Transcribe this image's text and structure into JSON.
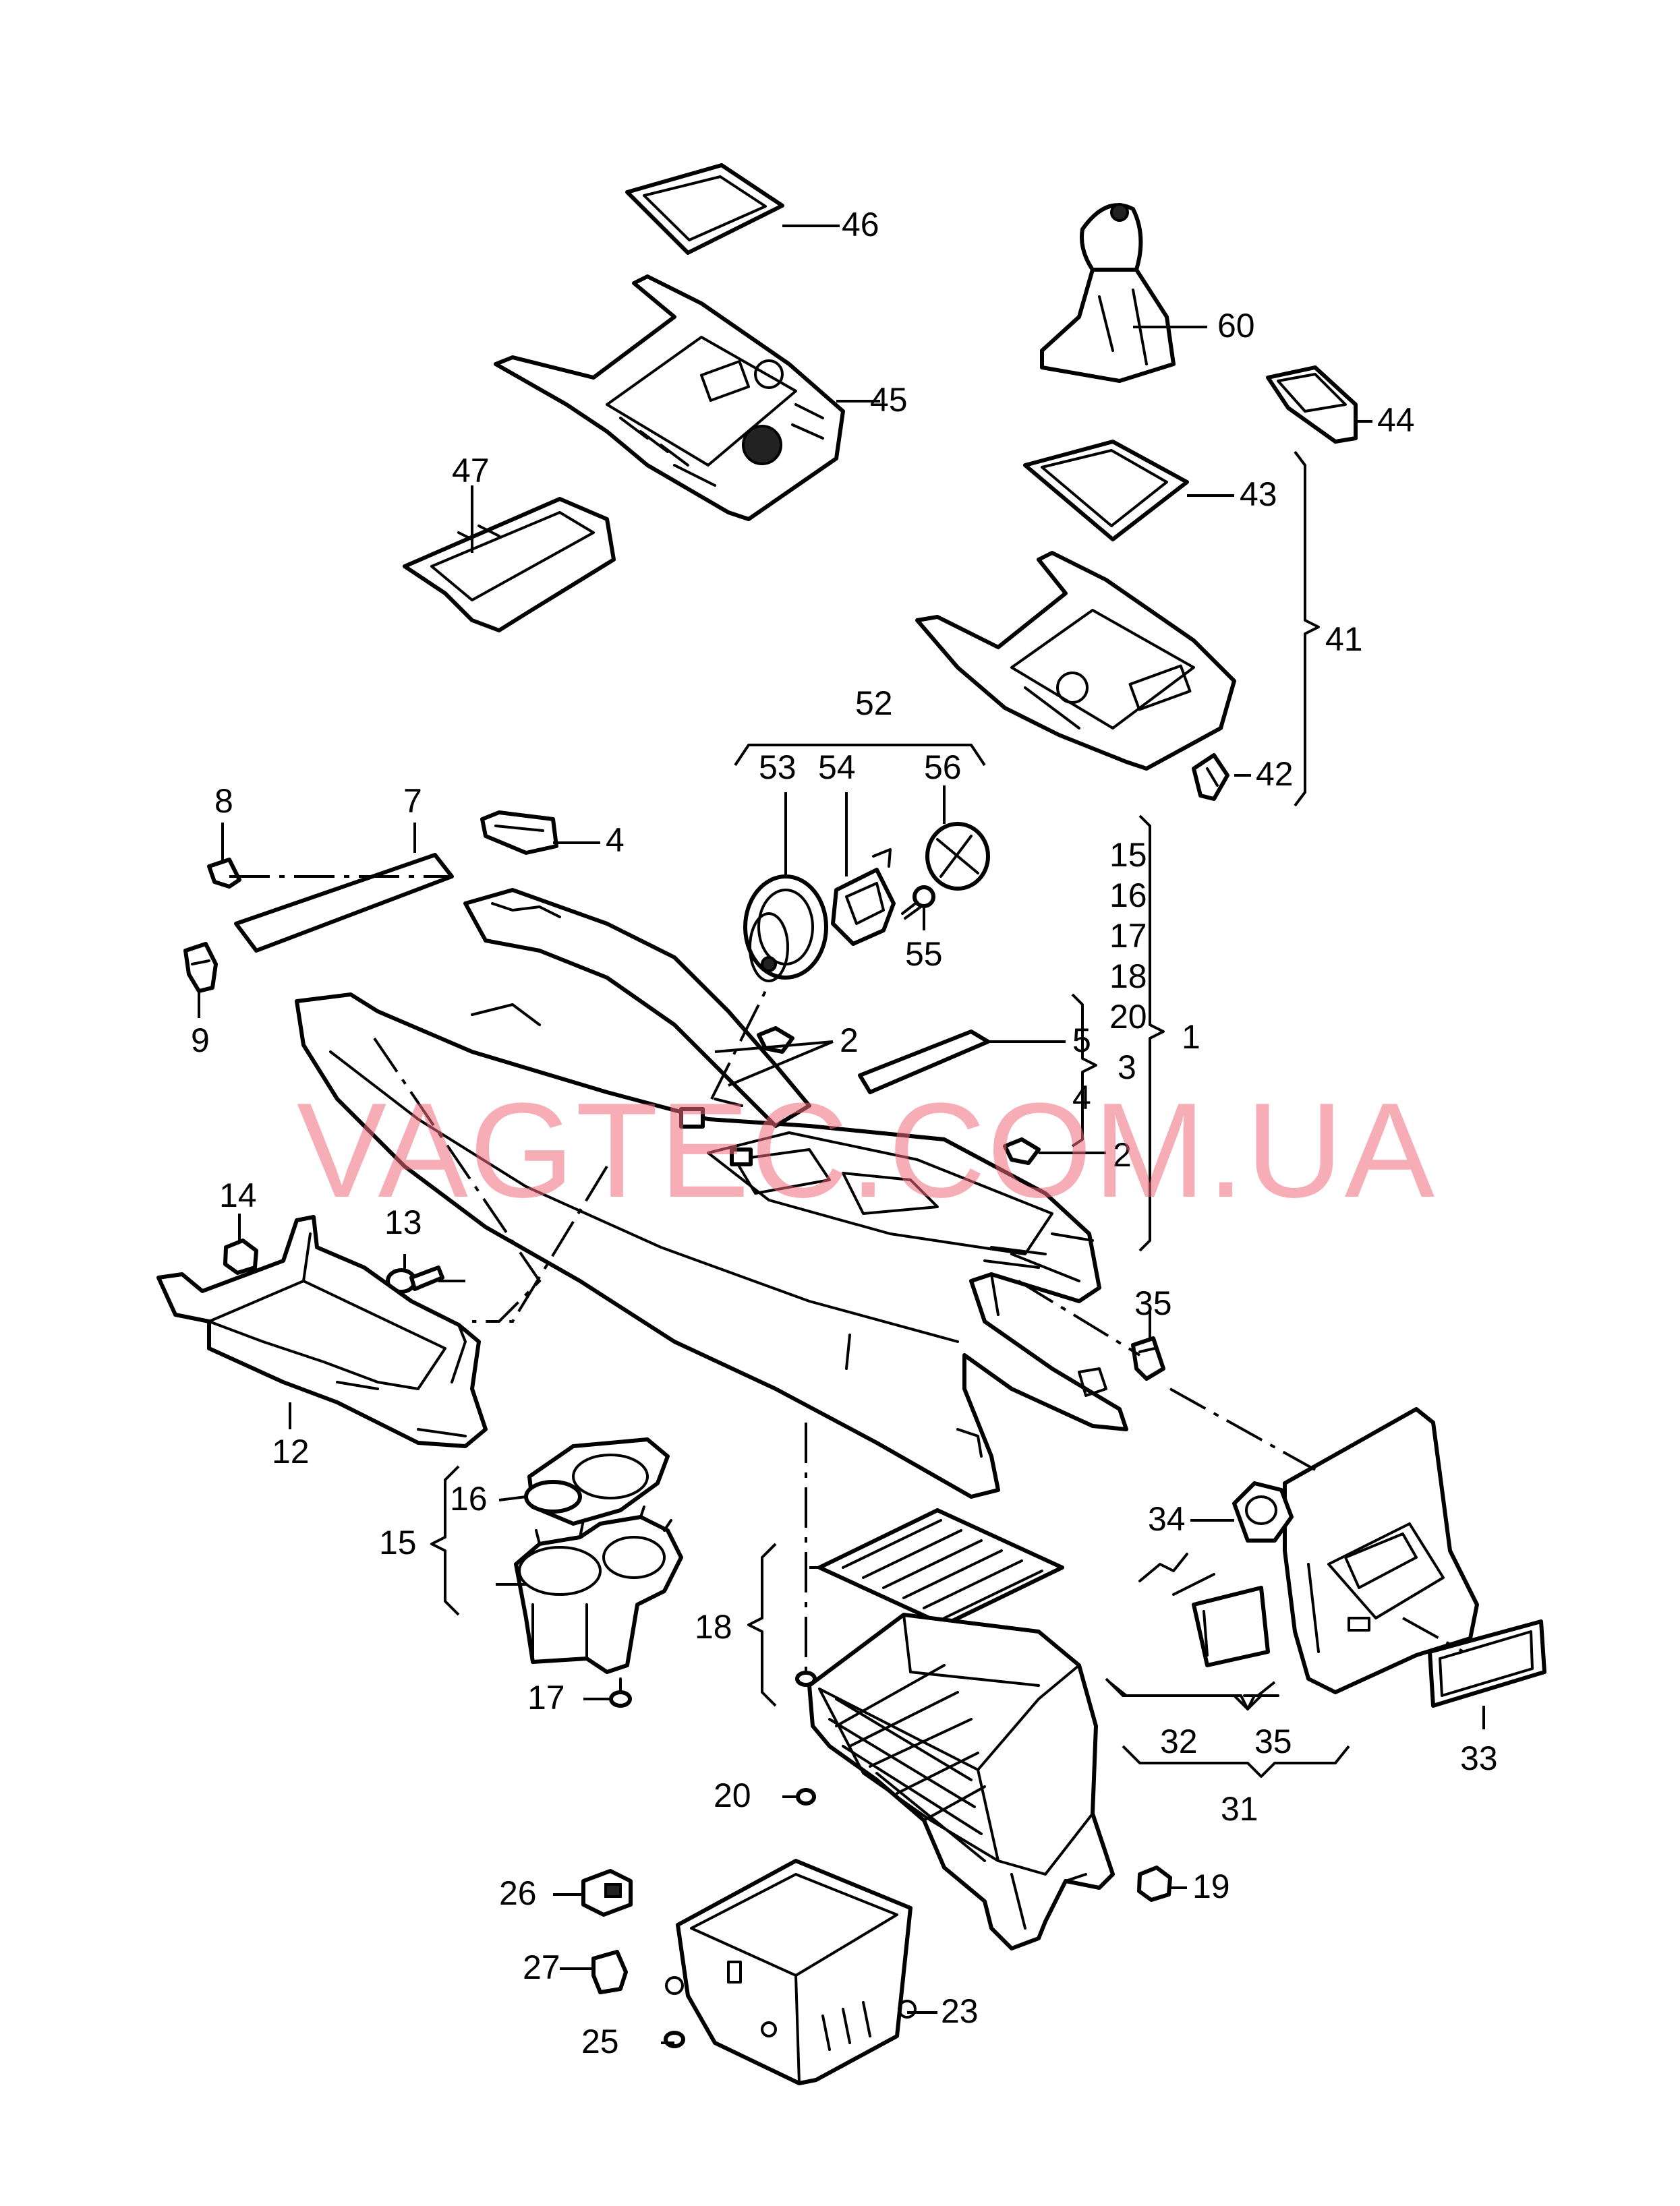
{
  "watermark": "VAGTEC.COM.UA",
  "labels": {
    "l1": "1",
    "l2a": "2",
    "l2b": "2",
    "l3": "3",
    "l4a": "4",
    "l4b": "4",
    "l5": "5",
    "l7": "7",
    "l8": "8",
    "l9": "9",
    "l12": "12",
    "l13": "13",
    "l14": "14",
    "l15a": "15",
    "l15b": "15",
    "l16a": "16",
    "l16b": "16",
    "l17a": "17",
    "l17b": "17",
    "l18a": "18",
    "l18b": "18",
    "l19": "19",
    "l20a": "20",
    "l20b": "20",
    "l23": "23",
    "l25": "25",
    "l26": "26",
    "l27": "27",
    "l31": "31",
    "l32": "32",
    "l33": "33",
    "l34": "34",
    "l35a": "35",
    "l35b": "35",
    "l41": "41",
    "l42": "42",
    "l43": "43",
    "l44": "44",
    "l45": "45",
    "l46": "46",
    "l47": "47",
    "l52": "52",
    "l53": "53",
    "l54": "54",
    "l55": "55",
    "l56": "56",
    "l60": "60"
  }
}
